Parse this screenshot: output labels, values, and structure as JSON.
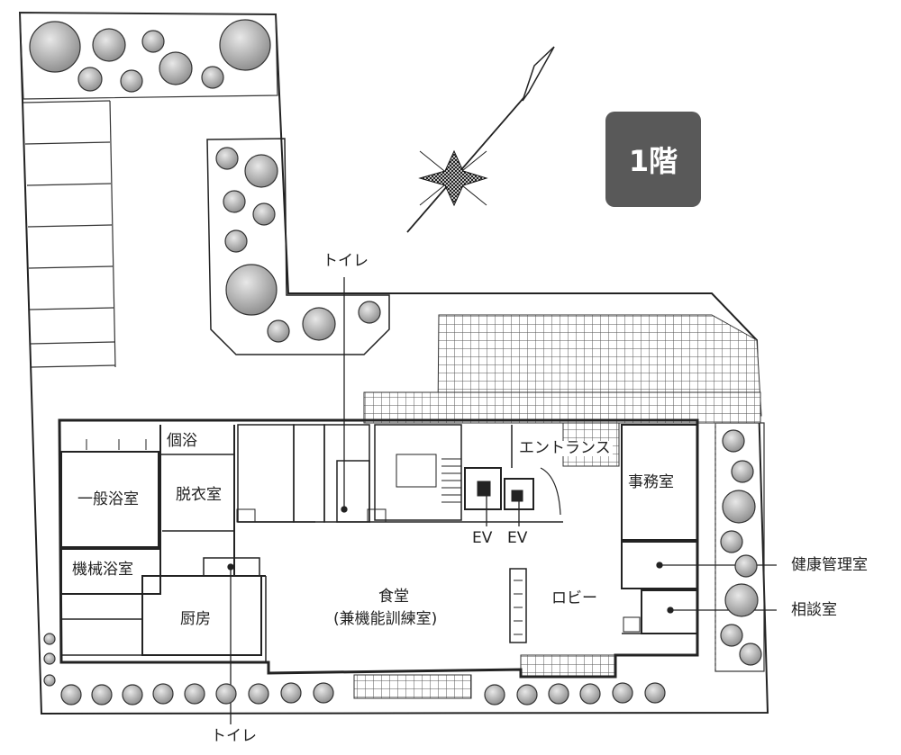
{
  "floor_label": "1階",
  "rooms": {
    "private_bath": "個浴",
    "general_bath": "一般浴室",
    "dressing_room": "脱衣室",
    "machine_bath": "機械浴室",
    "kitchen": "厨房",
    "dining_line1": "食堂",
    "dining_line2": "(兼機能訓練室)",
    "entrance": "エントランス",
    "office": "事務室",
    "lobby": "ロビー"
  },
  "callouts": {
    "toilet_top": "トイレ",
    "toilet_bottom": "トイレ",
    "elevator_1": "EV",
    "elevator_2": "EV",
    "health_room": "健康管理室",
    "consultation_room": "相談室"
  }
}
